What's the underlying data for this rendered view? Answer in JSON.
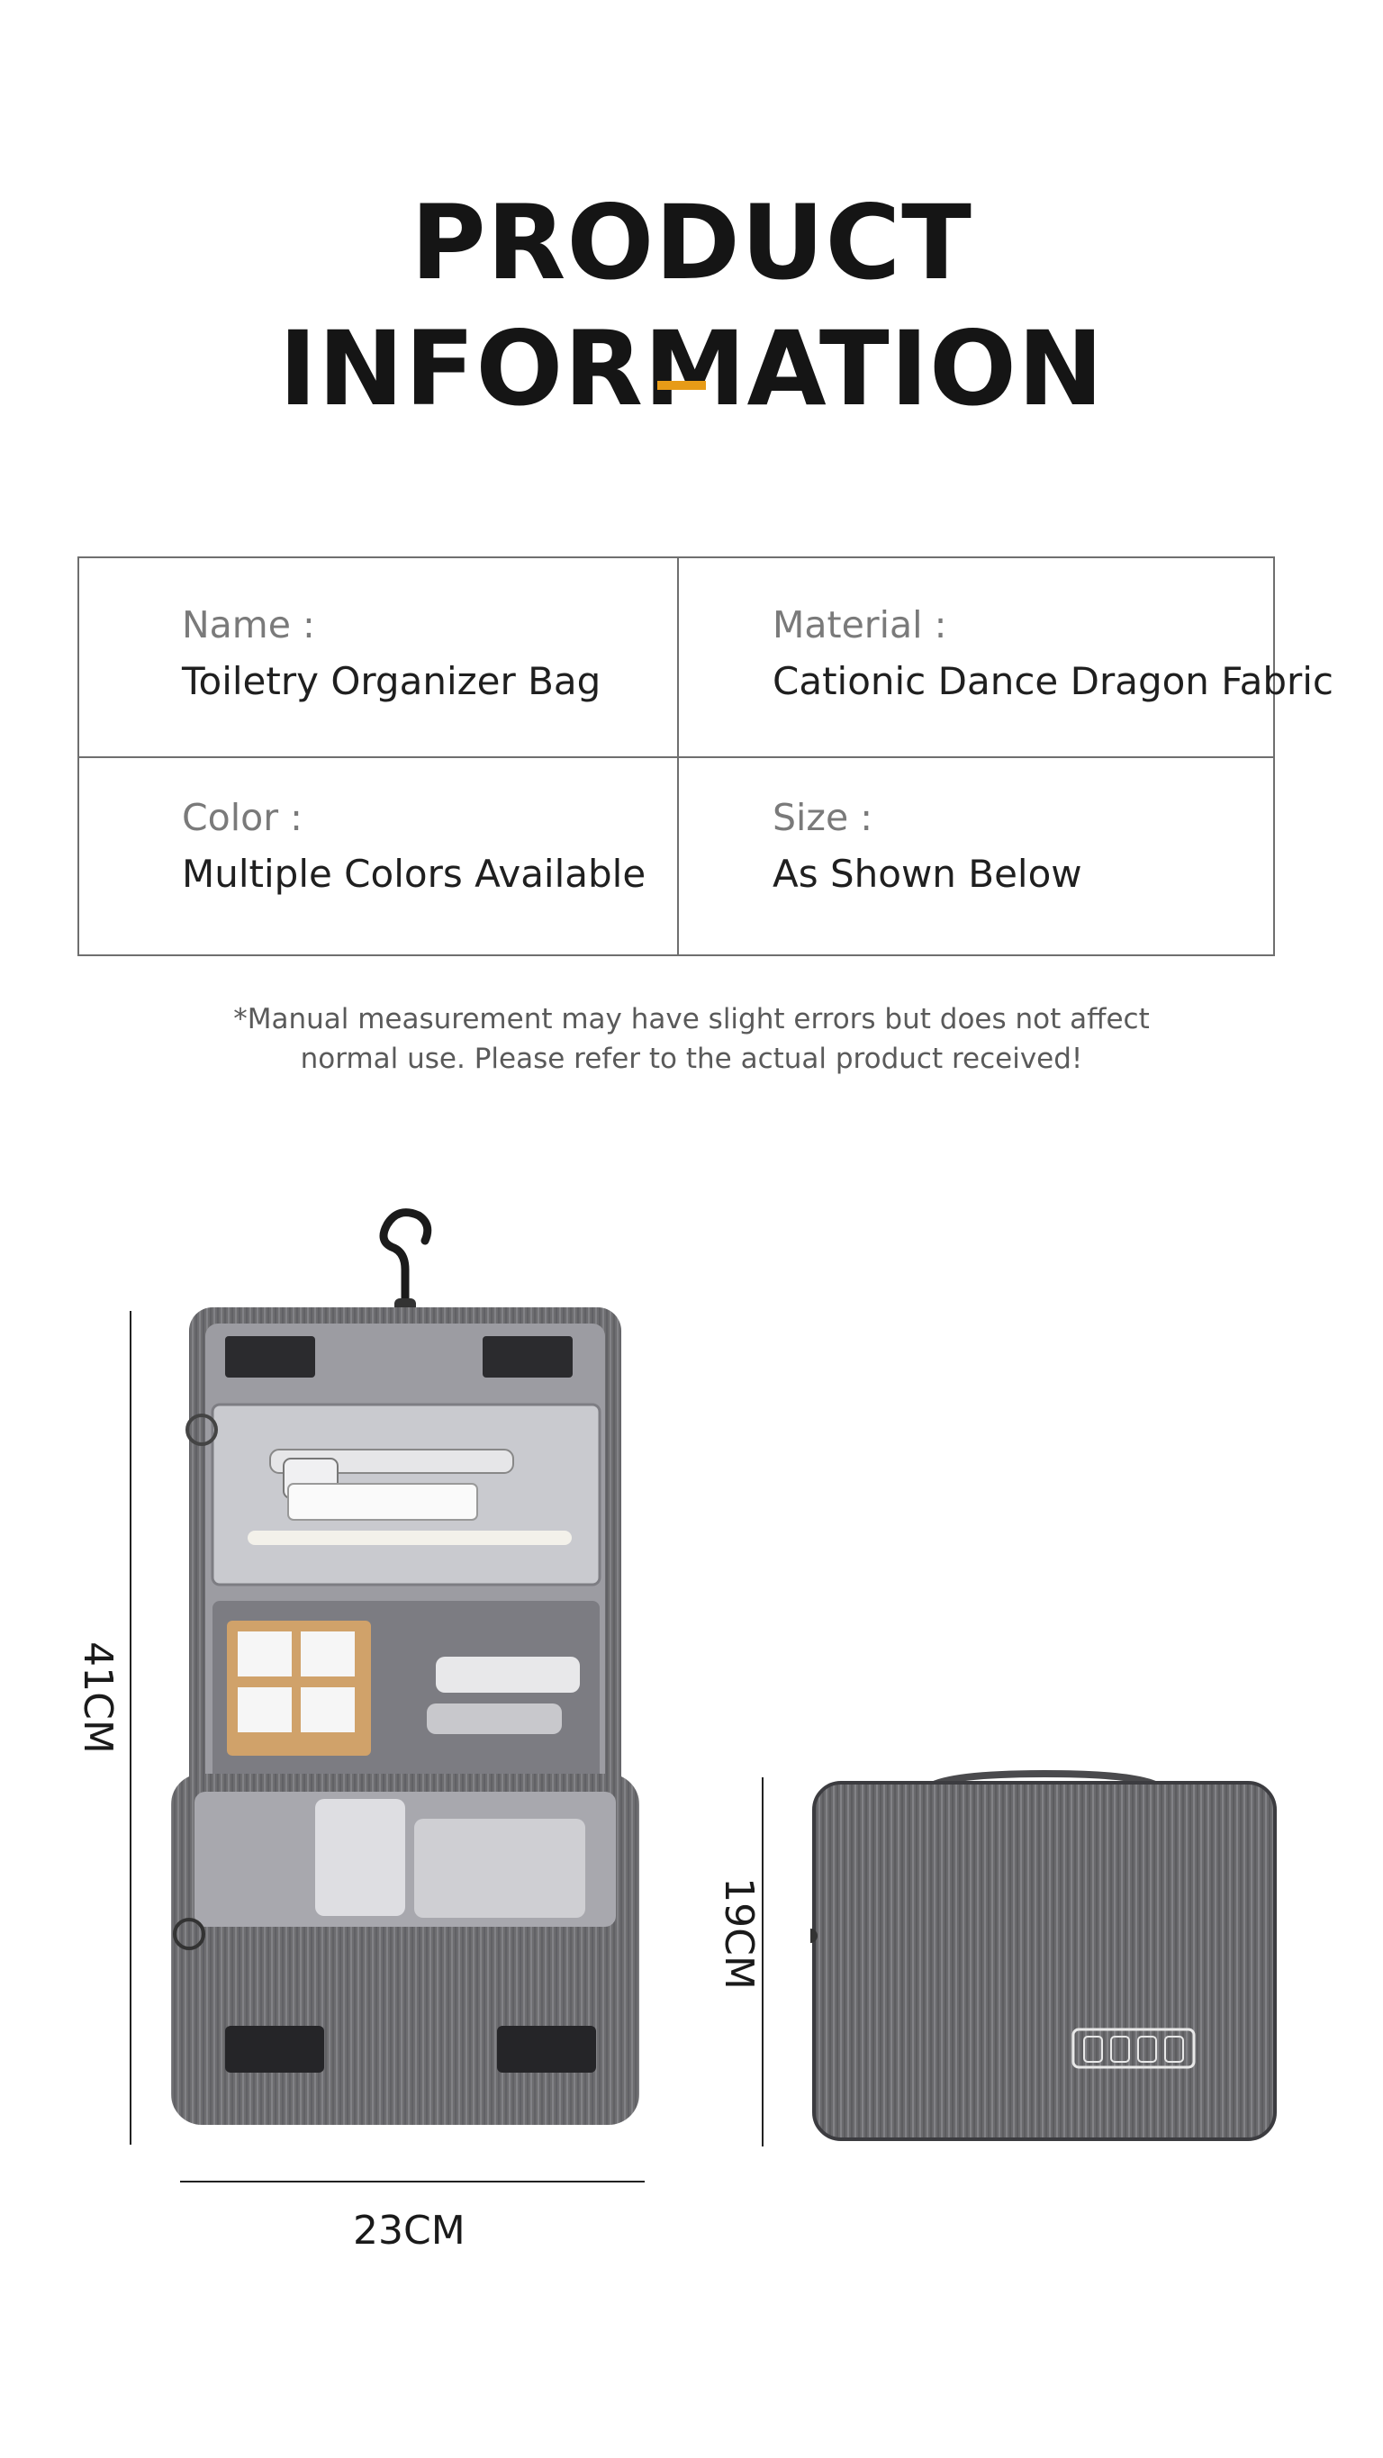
{
  "header": {
    "title": "PRODUCT INFORMATION",
    "accent_color": "#e79b17"
  },
  "info": {
    "name_label": "Name :",
    "name_value": "Toiletry Organizer Bag",
    "material_label": "Material :",
    "material_value": "Cationic Dance Dragon Fabric",
    "color_label": "Color :",
    "color_value": "Multiple Colors Available",
    "size_label": "Size :",
    "size_value": "As Shown Below"
  },
  "note": {
    "line1": "*Manual measurement may have slight errors but does not affect",
    "line2": "normal use. Please refer to the actual product received!"
  },
  "dimensions": {
    "open_height": "41CM",
    "width": "23CM",
    "closed_height": "19CM"
  },
  "images": {
    "open_bag": "hanging toiletry bag opened",
    "closed_bag": "toiletry bag closed",
    "bag_color": "#6b6b6e"
  }
}
